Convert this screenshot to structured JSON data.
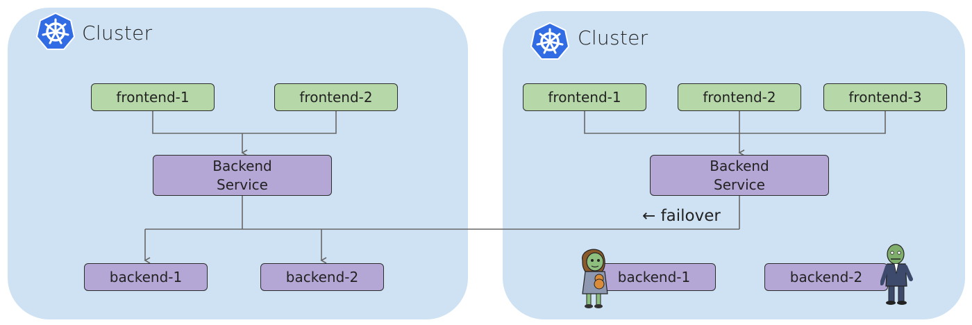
{
  "left_cluster": {
    "title": "Cluster",
    "frontends": [
      "frontend-1",
      "frontend-2"
    ],
    "service": "Backend\nService",
    "backends": [
      "backend-1",
      "backend-2"
    ]
  },
  "right_cluster": {
    "title": "Cluster",
    "frontends": [
      "frontend-1",
      "frontend-2",
      "frontend-3"
    ],
    "service": "Backend\nService",
    "backends": [
      "backend-1",
      "backend-2"
    ]
  },
  "failover_label": "← failover",
  "colors": {
    "cluster_bg": "#cfe2f3",
    "frontend_fill": "#b6d7a8",
    "service_fill": "#b4a7d6",
    "backend_fill": "#b4a7d6",
    "k8s_blue": "#326ce5",
    "connector": "#666666"
  },
  "icons": [
    "kubernetes-icon",
    "zombie-girl-icon",
    "zombie-man-icon"
  ]
}
